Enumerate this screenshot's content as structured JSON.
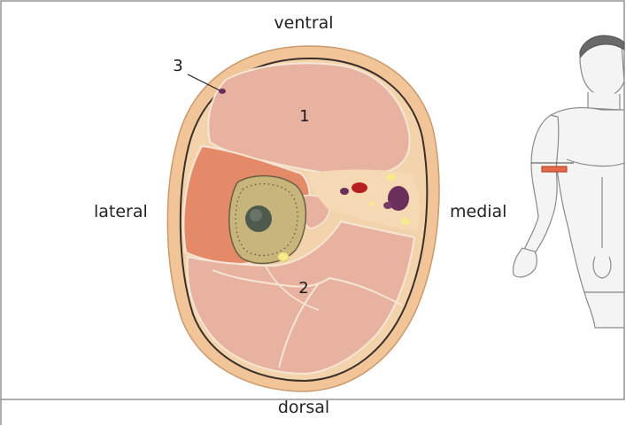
{
  "labels": {
    "top": "ventral",
    "bottom": "dorsal",
    "left": "lateral",
    "right": "medial"
  },
  "markers": {
    "m1": "1",
    "m2": "2",
    "m3": "3"
  },
  "colors": {
    "skin_rim": "#f1c598",
    "muscle": "#e8b2a1",
    "tumor_muscle": "#e48a68",
    "tumor": "#c7b57c",
    "fat": "#f4d9b4",
    "outline": "#3a2f2a"
  }
}
